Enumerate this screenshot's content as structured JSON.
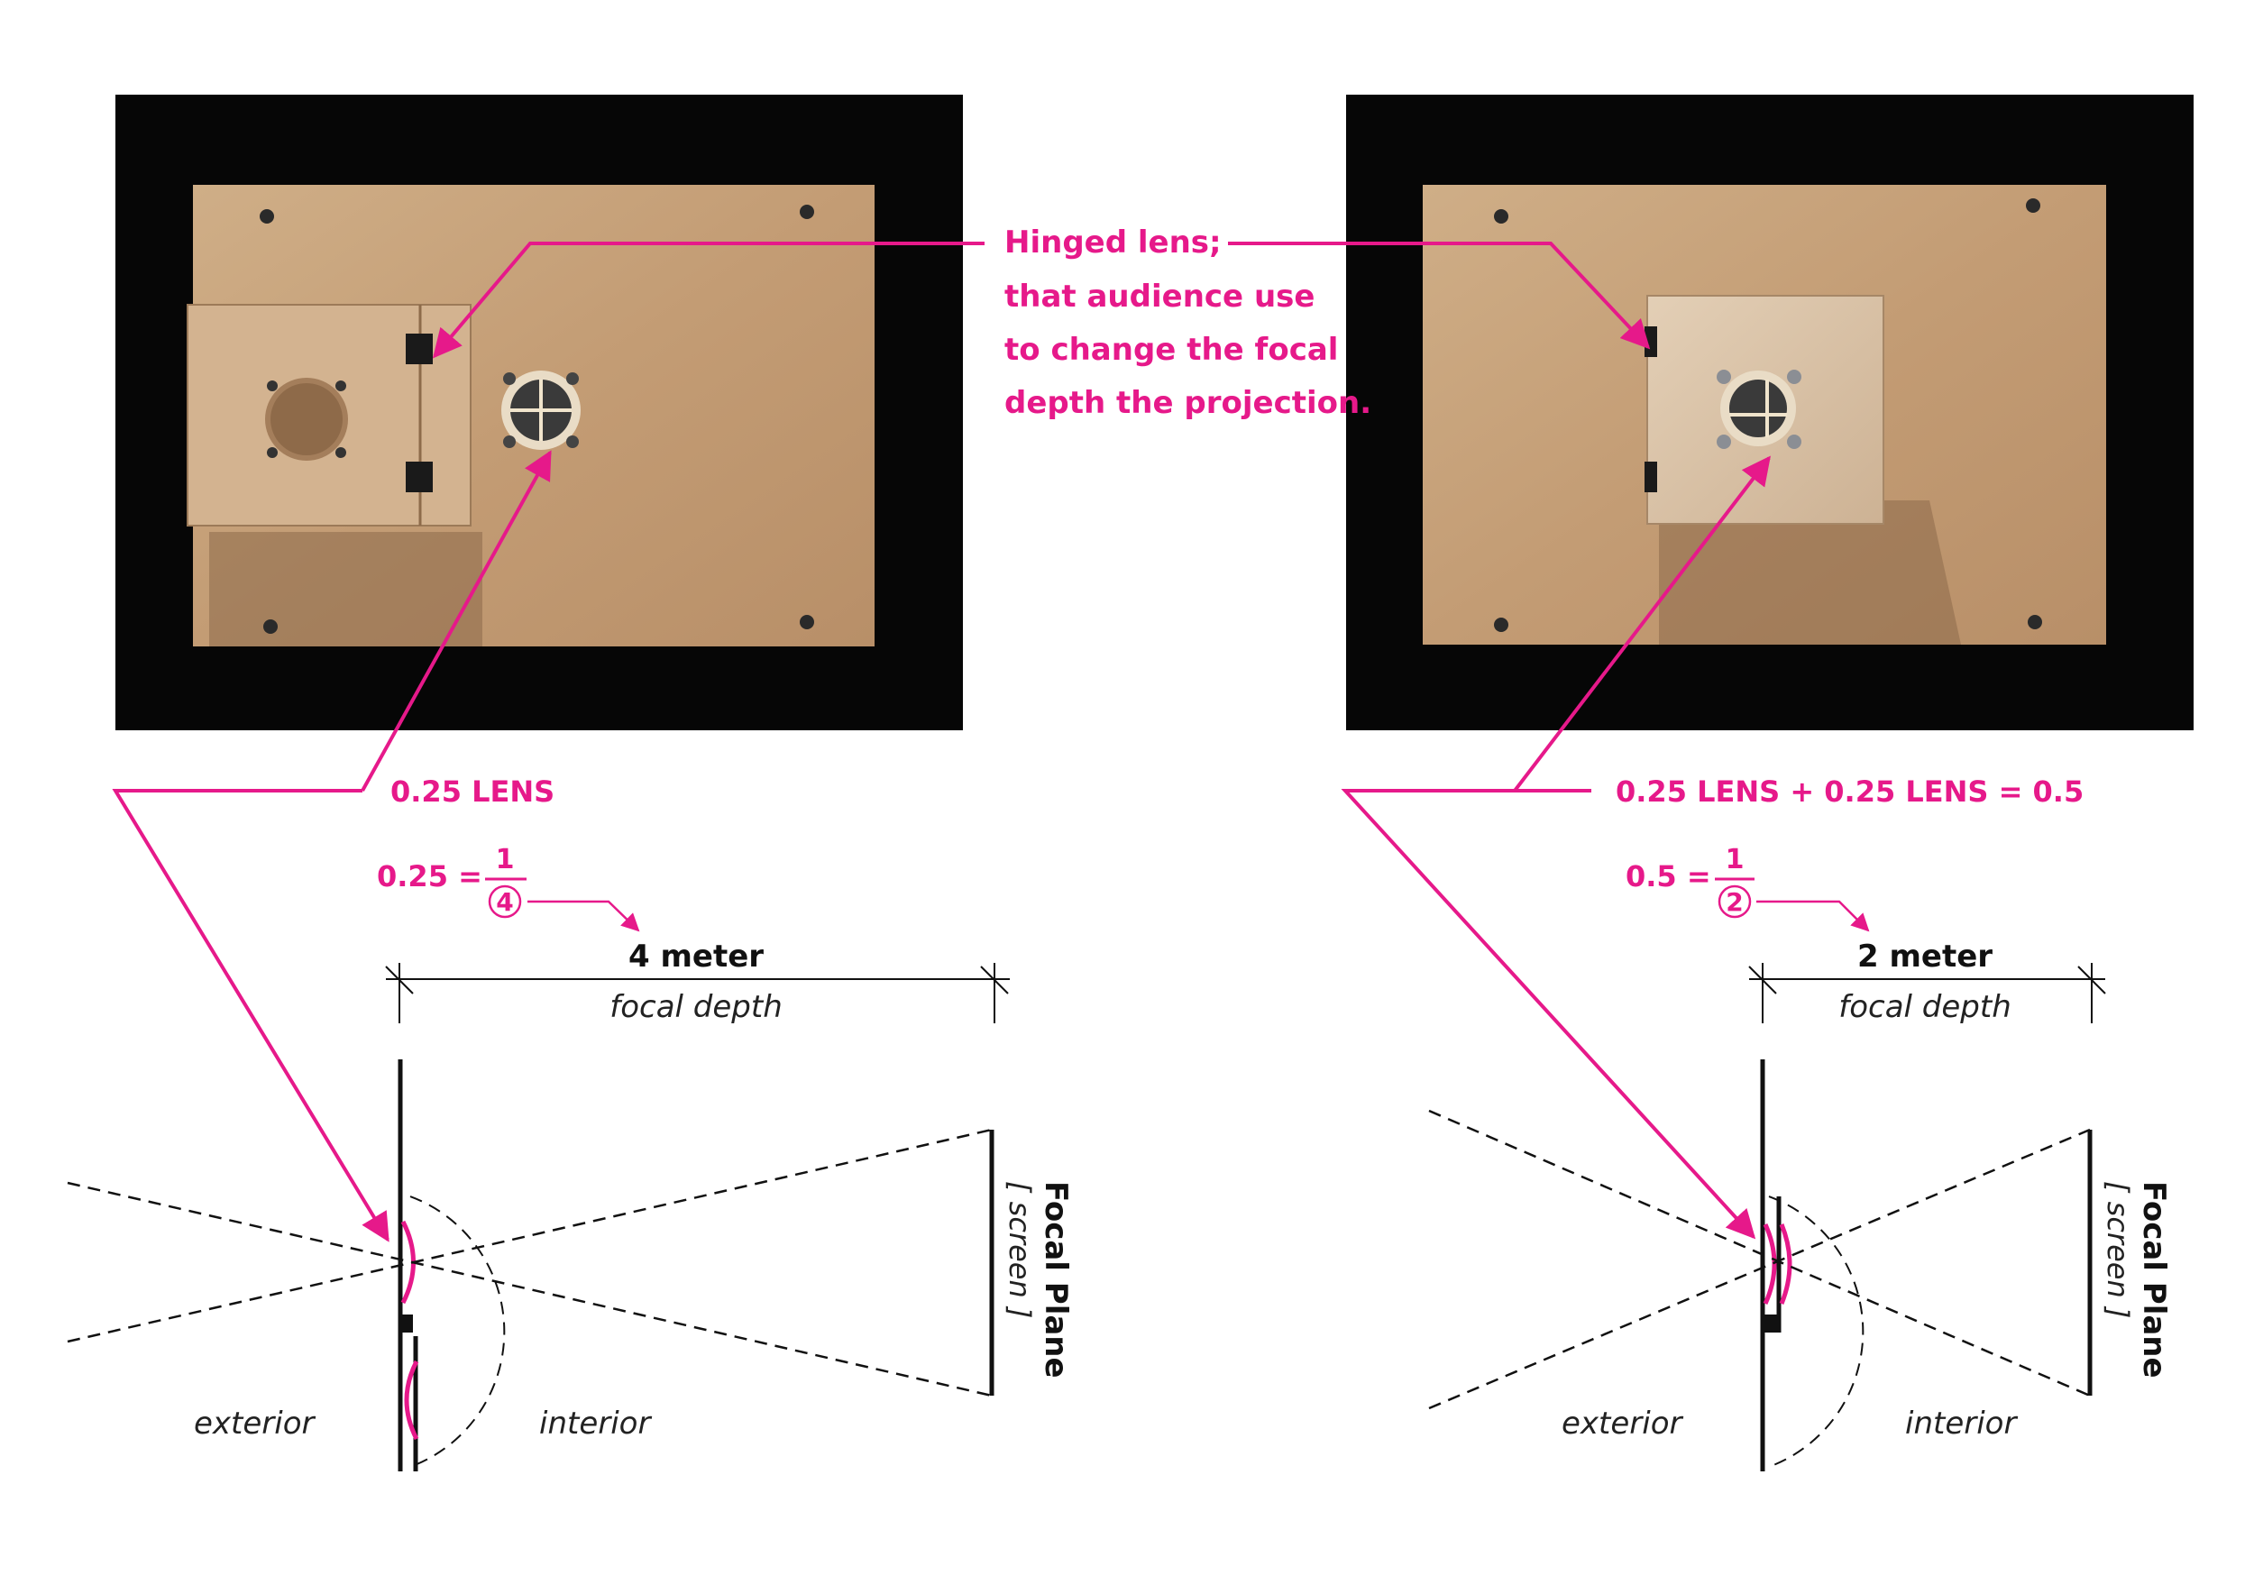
{
  "colors": {
    "accent": "#e6198a",
    "ink": "#111111",
    "photo_background": "#060606",
    "plywood": "#c7a27a"
  },
  "annotation": {
    "lines": [
      "Hinged lens;",
      "that audience use",
      "to change the focal",
      "depth the projection."
    ]
  },
  "left": {
    "lens_label": "0.25 LENS",
    "formula_lhs": "0.25 =",
    "numerator": "1",
    "denominator": "4",
    "distance": "4 meter",
    "distance_caption": "focal depth",
    "exterior": "exterior",
    "interior": "interior",
    "focal_plane": "Focal Plane",
    "screen": "[ screen ]"
  },
  "right": {
    "lens_label": "0.25 LENS + 0.25 LENS = 0.5",
    "formula_lhs": "0.5 =",
    "numerator": "1",
    "denominator": "2",
    "distance": "2 meter",
    "distance_caption": "focal depth",
    "exterior": "exterior",
    "interior": "interior",
    "focal_plane": "Focal Plane",
    "screen": "[ screen ]"
  }
}
